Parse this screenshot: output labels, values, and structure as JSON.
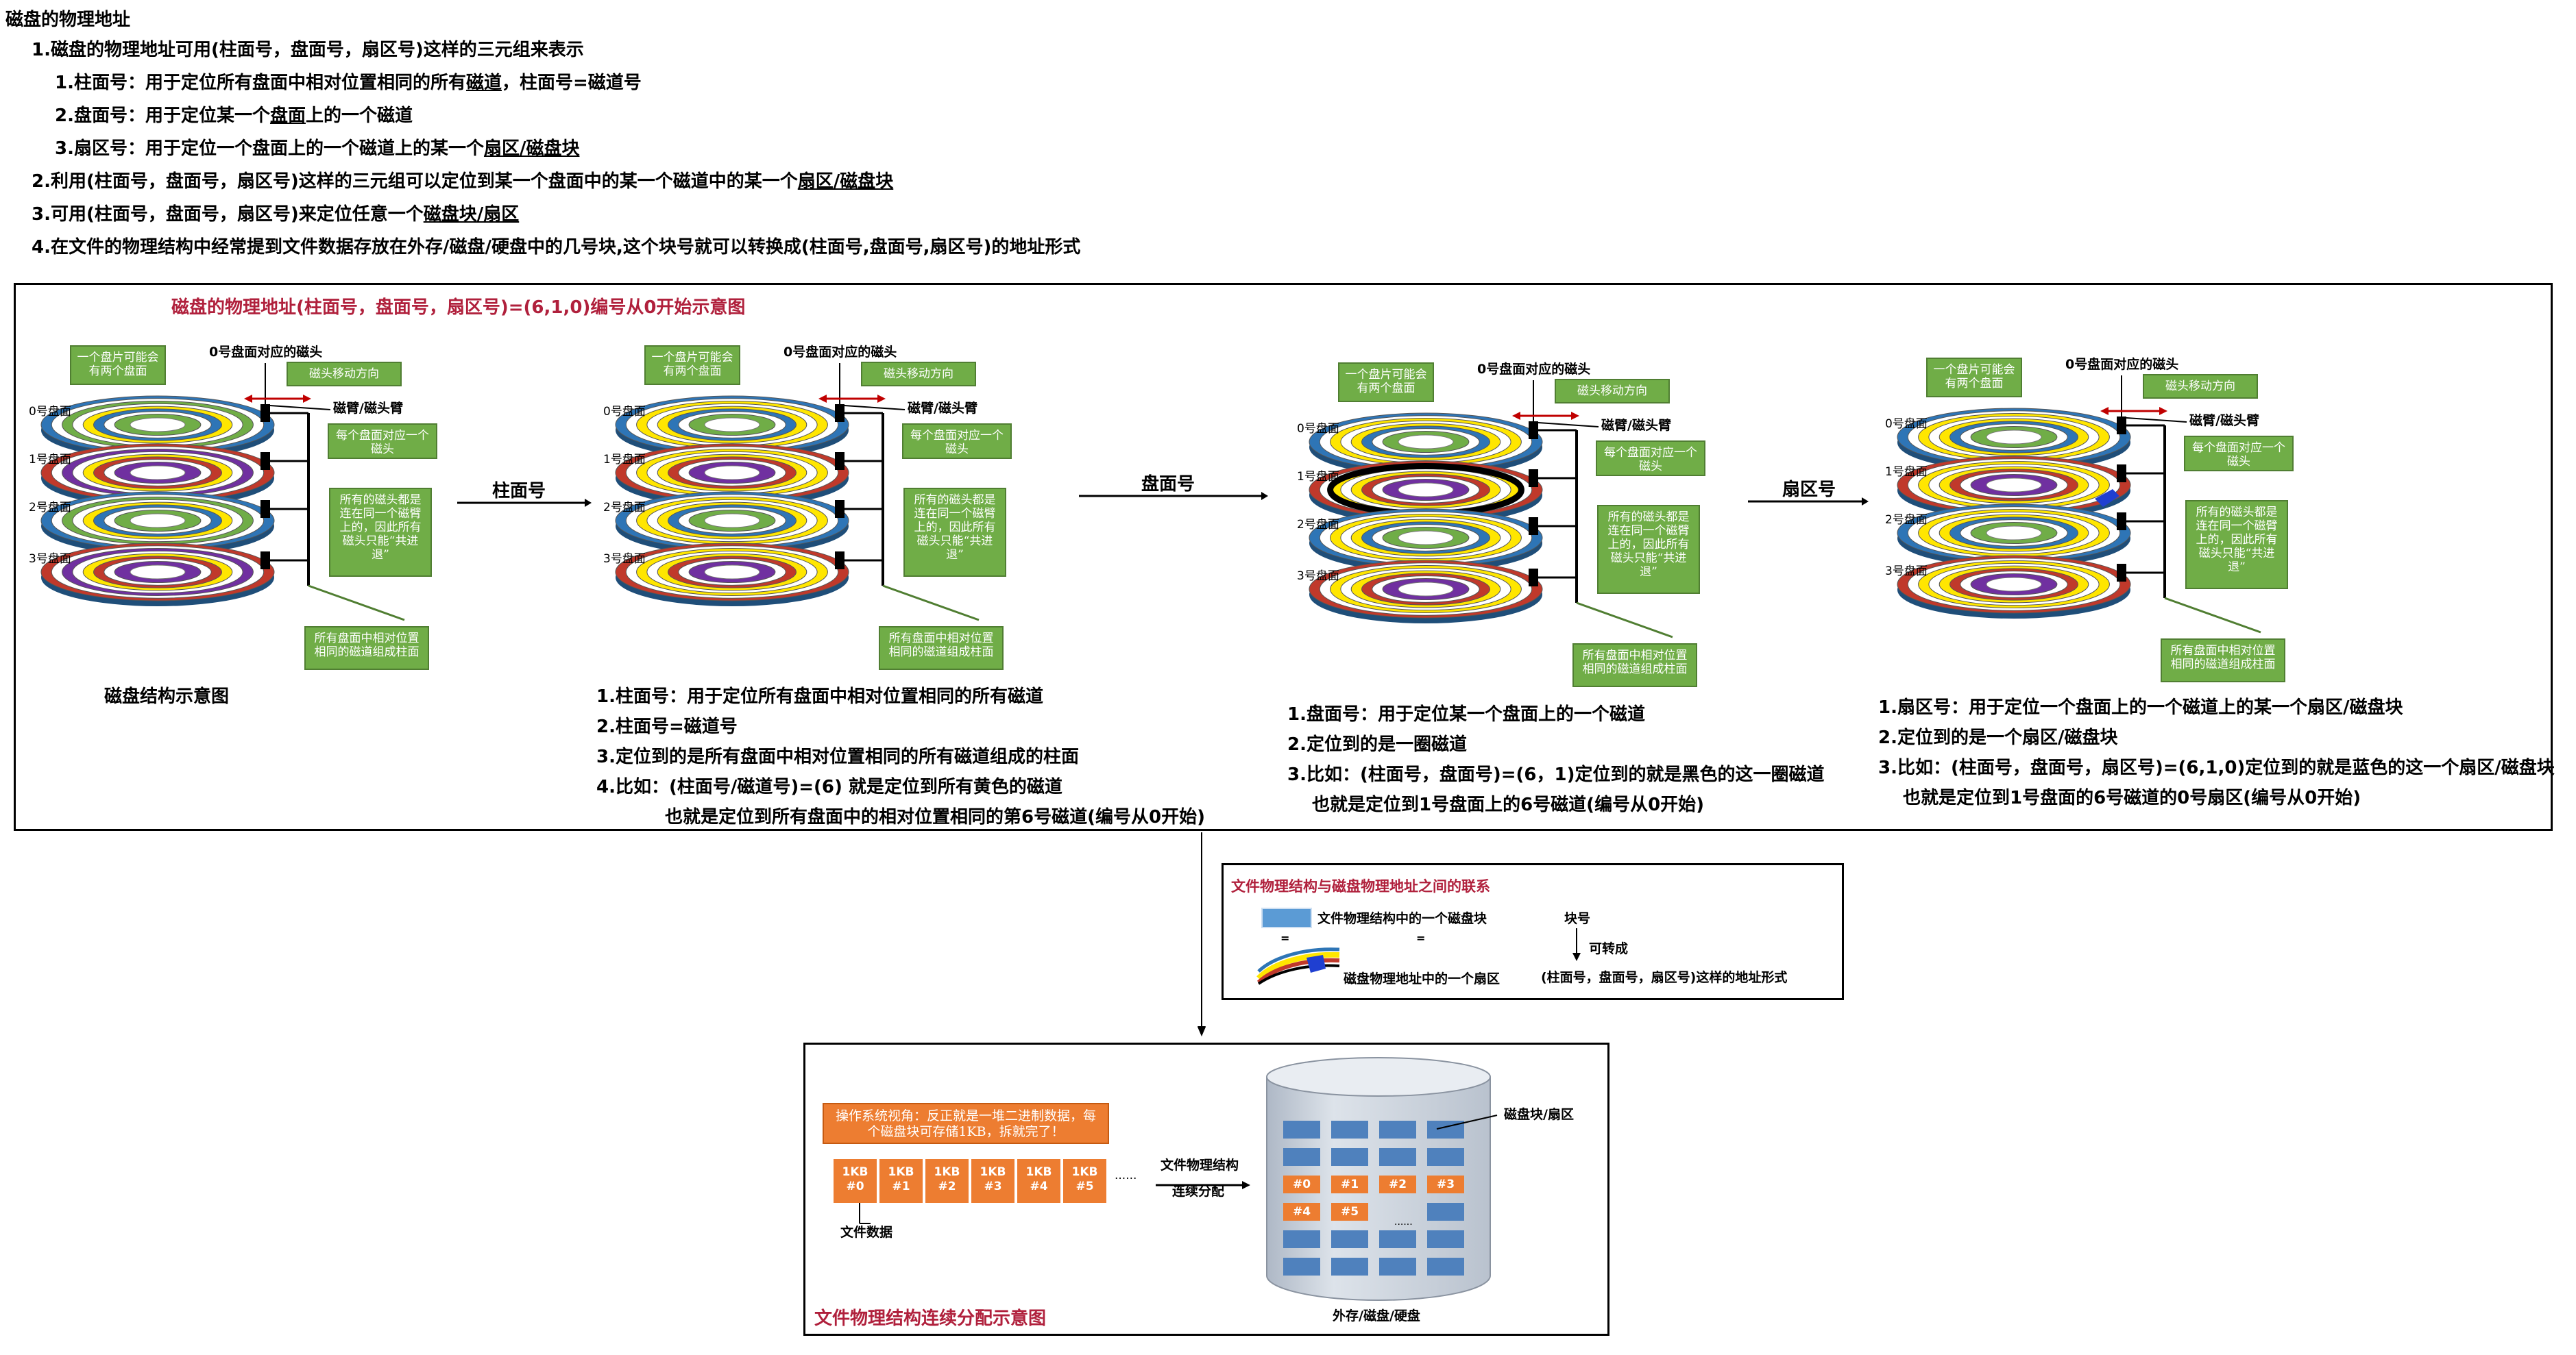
{
  "header": {
    "title": "磁盘的物理地址",
    "lines": [
      {
        "text": "1.磁盘的物理地址可用(柱面号，盘面号，扇区号)这样的三元组来表示"
      },
      {
        "pre": "1.柱面号：用于定位所有盘面中相对位置相同的所有",
        "u": "磁道",
        "post": "，柱面号=磁道号"
      },
      {
        "pre": "2.盘面号：用于定位某一个",
        "u": "盘面",
        "post": "上的一个磁道"
      },
      {
        "pre": "3.扇区号：用于定位一个盘面上的一个磁道上的某一个",
        "u": "扇区/磁盘块",
        "post": ""
      },
      {
        "pre": "2.利用(柱面号，盘面号，扇区号)这样的三元组可以定位到某一个盘面中的某一个磁道中的某一个",
        "u": "扇区/磁盘块",
        "post": ""
      },
      {
        "pre": "3.可用(柱面号，盘面号，扇区号)来定位任意一个",
        "u": "磁盘块/扇区",
        "post": ""
      },
      {
        "text": "4.在文件的物理结构中经常提到文件数据存放在外存/磁盘/硬盘中的几号块,这个块号就可以转换成(柱面号,盘面号,扇区号)的地址形式"
      }
    ]
  },
  "main_diagram": {
    "title": "磁盘的物理地址(柱面号，盘面号，扇区号)=(6,1,0)编号从0开始示意图",
    "arrows": [
      "柱面号",
      "盘面号",
      "扇区号"
    ],
    "disk_labels": {
      "head0": "0号盘面对应的磁头",
      "arm": "磁臂/磁头臂",
      "platters": [
        "0号盘面",
        "1号盘面",
        "2号盘面",
        "3号盘面"
      ],
      "bubble_two_sides": "一个盘片可能会有两个盘面",
      "bubble_move": "磁头移动方向",
      "bubble_one_head": "每个盘面对应一个磁头",
      "bubble_shared": "所有的磁头都是连在同一个磁臂上的，因此所有磁头只能“共进退”",
      "bubble_cylinder": "所有盘面中相对位置相同的磁道组成柱面"
    },
    "caption_structure": "磁盘结构示意图",
    "notes_cylinder": [
      "1.柱面号：用于定位所有盘面中相对位置相同的所有磁道",
      "2.柱面号=磁道号",
      "3.定位到的是所有盘面中相对位置相同的所有磁道组成的柱面",
      "4.比如：(柱面号/磁道号)=(6) 就是定位到所有黄色的磁道",
      "也就是定位到所有盘面中的相对位置相同的第6号磁道(编号从0开始)"
    ],
    "notes_surface": [
      "1.盘面号：用于定位某一个盘面上的一个磁道",
      "2.定位到的是一圈磁道",
      "3.比如：(柱面号，盘面号)=(6，1)定位到的就是黑色的这一圈磁道",
      "也就是定位到1号盘面上的6号磁道(编号从0开始)"
    ],
    "notes_sector": [
      "1.扇区号：用于定位一个盘面上的一个磁道上的某一个扇区/磁盘块",
      "2.定位到的是一个扇区/磁盘块",
      "3.比如：(柱面号，盘面号，扇区号)=(6,1,0)定位到的就是蓝色的这一个扇区/磁盘块",
      "也就是定位到1号盘面的6号磁道的0号扇区(编号从0开始)"
    ]
  },
  "relation_box": {
    "title": "文件物理结构与磁盘物理地址之间的联系",
    "item_block": "文件物理结构中的一个磁盘块",
    "item_sector": "磁盘物理地址中的一个扇区",
    "block_no": "块号",
    "convert": "可转成",
    "address_form": "(柱面号，盘面号，扇区号)这样的地址形式",
    "dot_mid": "=",
    "dot_left": "="
  },
  "alloc_box": {
    "title": "文件物理结构连续分配示意图",
    "os_note": "操作系统视角：反正就是一堆二进制数据，每个磁盘块可存储1KB，拆就完了！",
    "cells": [
      {
        "size": "1KB",
        "id": "#0"
      },
      {
        "size": "1KB",
        "id": "#1"
      },
      {
        "size": "1KB",
        "id": "#2"
      },
      {
        "size": "1KB",
        "id": "#3"
      },
      {
        "size": "1KB",
        "id": "#4"
      },
      {
        "size": "1KB",
        "id": "#5"
      }
    ],
    "ellipsis": "......",
    "file_data": "文件数据",
    "arrow_label_1": "文件物理结构",
    "arrow_label_2": "连续分配",
    "disk_label": "磁盘块/扇区",
    "disk_caption": "外存/磁盘/硬盘",
    "disk_blocks": [
      "#0",
      "#1",
      "#2",
      "#3",
      "#4",
      "#5"
    ],
    "disk_ellipsis": "......"
  },
  "colors": {
    "accent_red": "#b0203c",
    "bubble_green": "#70ad47",
    "orange": "#ed7d31",
    "block_blue": "#4f81bd",
    "track_yellow": "#ffe600",
    "track_red": "#c0392b",
    "track_blue": "#2e75b6"
  }
}
